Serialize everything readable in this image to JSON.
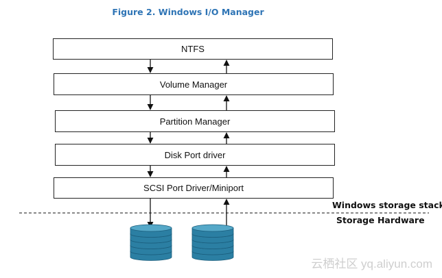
{
  "figure": {
    "caption": "Figure 2. Windows I/O Manager"
  },
  "layers": [
    {
      "label": "NTFS"
    },
    {
      "label": "Volume Manager"
    },
    {
      "label": "Partition Manager"
    },
    {
      "label": "Disk Port driver"
    },
    {
      "label": "SCSI Port Driver/Miniport"
    }
  ],
  "boundary": {
    "upper_label": "Windows storage stack",
    "lower_label": "Storage Hardware"
  },
  "disks": {
    "count": 2,
    "platters_each": 5,
    "color": "#2b7fa3",
    "edge_color": "#1a5d7c",
    "highlight_color": "#55a8c8"
  },
  "watermark": "云栖社区 yq.aliyun.com"
}
